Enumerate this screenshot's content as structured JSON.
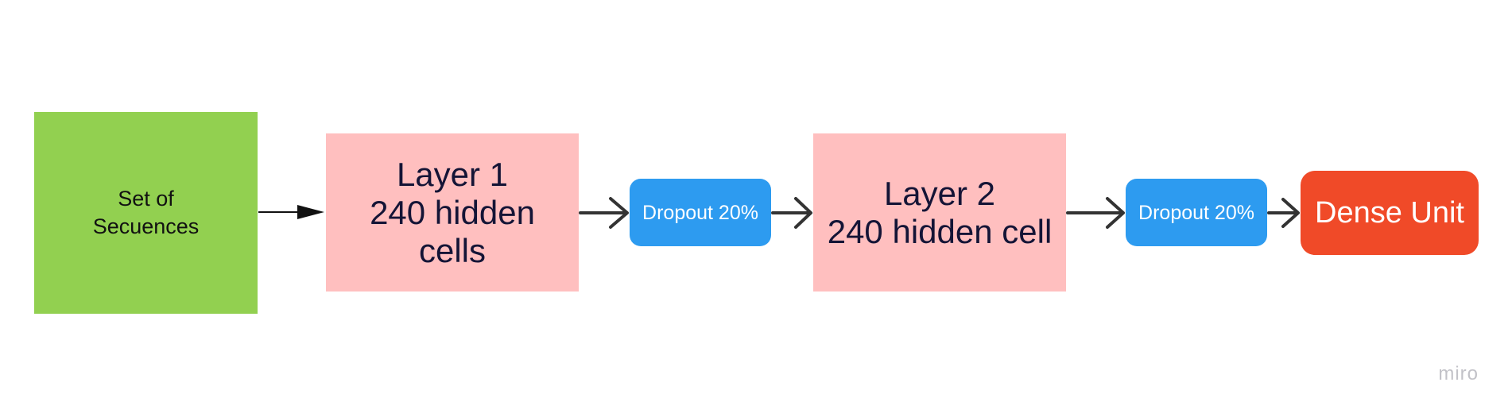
{
  "diagram": {
    "nodes": {
      "input": {
        "label": "Set  of\nSecuences",
        "color": "#92d050"
      },
      "layer1": {
        "label": "Layer 1\n240 hidden\ncells",
        "color": "#ffbfbf"
      },
      "dropout1": {
        "label": "Dropout 20%",
        "color": "#2d9bf0"
      },
      "layer2": {
        "label": "Layer 2\n240 hidden cell",
        "color": "#ffbfbf"
      },
      "dropout2": {
        "label": "Dropout 20%",
        "color": "#2d9bf0"
      },
      "dense": {
        "label": "Dense Unit",
        "color": "#f04a28"
      }
    },
    "edges": [
      {
        "from": "input",
        "to": "layer1",
        "style": "filled-arrow"
      },
      {
        "from": "layer1",
        "to": "dropout1",
        "style": "open-arrow"
      },
      {
        "from": "dropout1",
        "to": "layer2",
        "style": "open-arrow"
      },
      {
        "from": "layer2",
        "to": "dropout2",
        "style": "open-arrow"
      },
      {
        "from": "dropout2",
        "to": "dense",
        "style": "open-arrow"
      }
    ]
  },
  "watermark": "miro"
}
